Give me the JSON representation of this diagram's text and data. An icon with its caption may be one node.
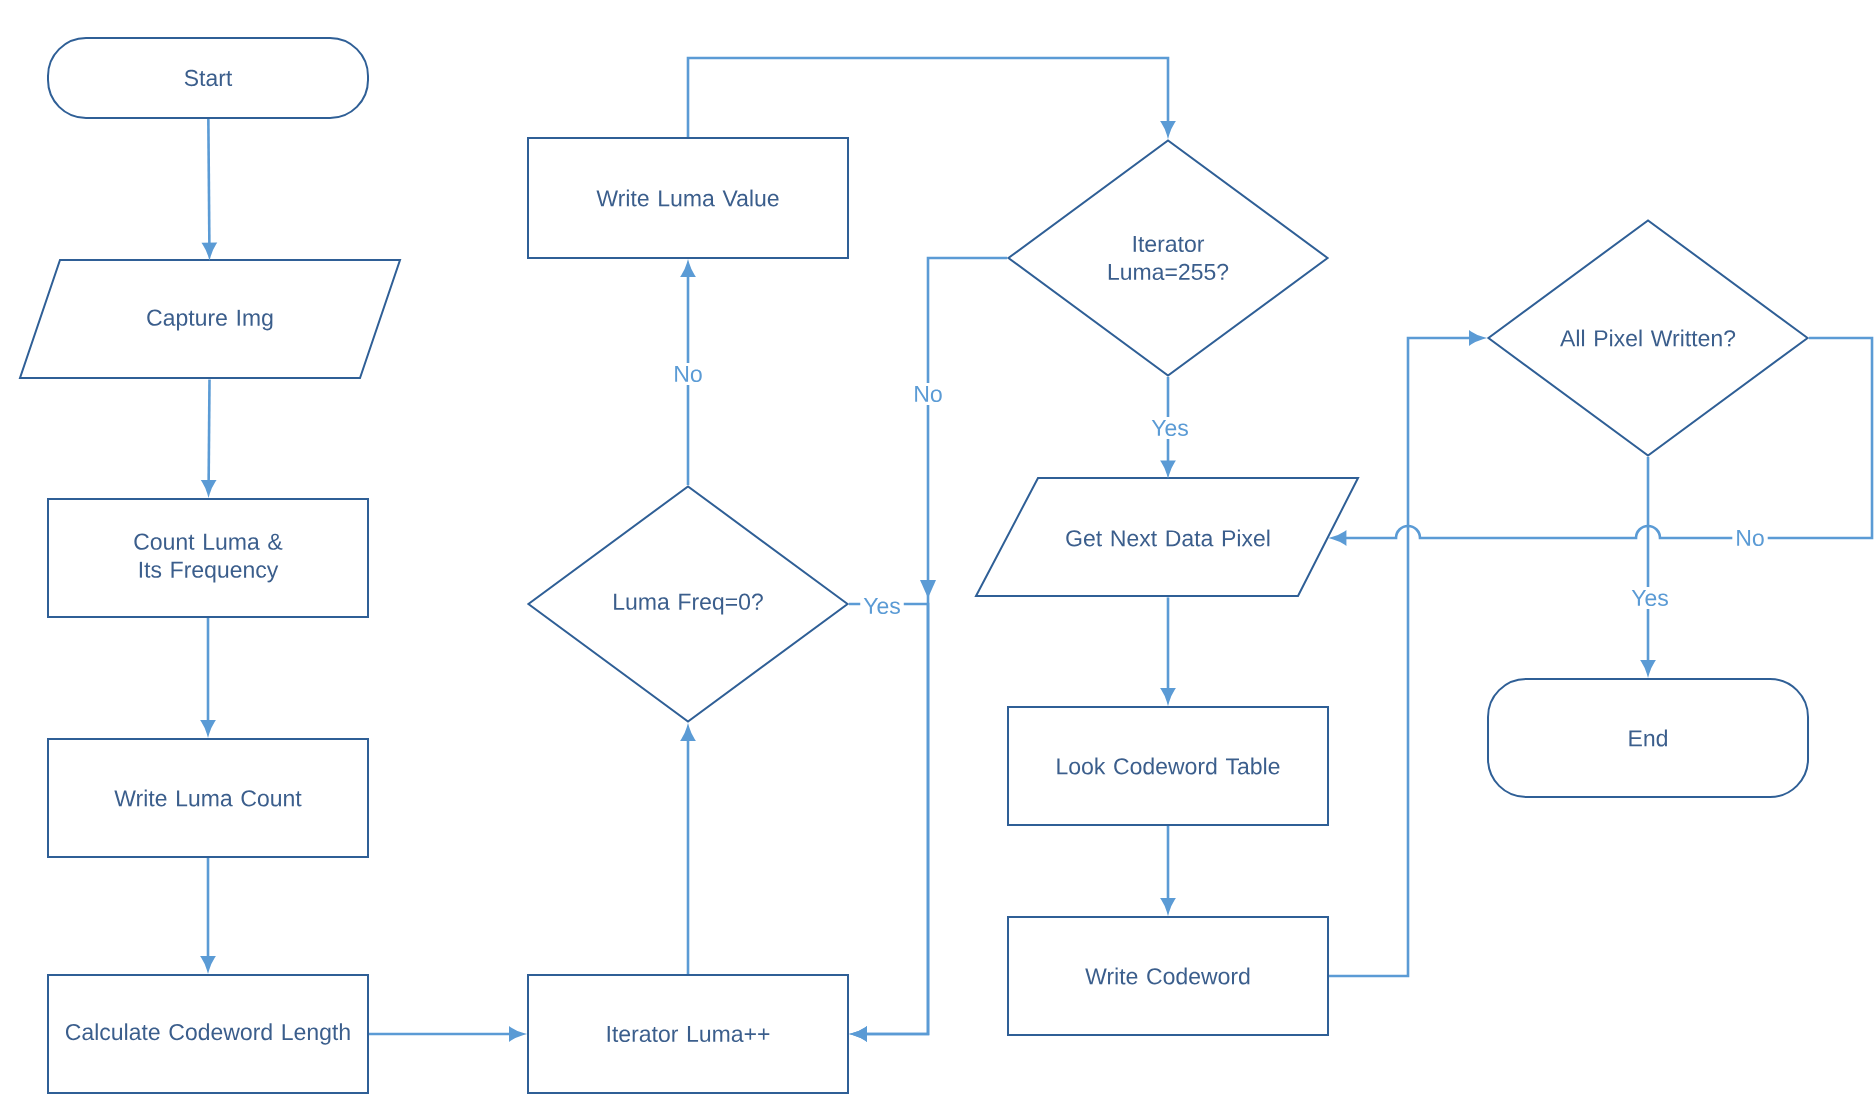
{
  "diagram": {
    "nodes": [
      {
        "text": [
          "Start"
        ]
      },
      {
        "text": [
          "Capture Img"
        ]
      },
      {
        "text": [
          "Count Luma & Its Frequency"
        ]
      },
      {
        "text": [
          "Write Luma Count"
        ]
      },
      {
        "text": [
          "Calculate Codeword Length"
        ]
      },
      {
        "text": [
          "Write Luma Value"
        ]
      },
      {
        "text": [
          "Luma Freq=0?"
        ]
      },
      {
        "text": [
          "Iterator Luma++"
        ]
      },
      {
        "text": [
          "Iterator Luma=255?"
        ]
      },
      {
        "text": [
          "Get Next Data Pixel"
        ]
      },
      {
        "text": [
          "Look Codeword Table"
        ]
      },
      {
        "text": [
          "Write Codeword"
        ]
      },
      {
        "text": [
          "All Pixel Written?"
        ]
      },
      {
        "text": [
          "End"
        ]
      }
    ],
    "edges": [
      {
        "from": 0,
        "to": 1,
        "arrow": "to"
      },
      {
        "from": 1,
        "to": 2,
        "arrow": "to"
      },
      {
        "from": 2,
        "to": 3,
        "arrow": "to"
      },
      {
        "from": 3,
        "to": 4,
        "arrow": "to"
      },
      {
        "from": 4,
        "to": 7,
        "arrow": "to"
      },
      {
        "from": 7,
        "to": 6,
        "arrow": "to"
      },
      {
        "from": 6,
        "to": 5,
        "arrow": "to",
        "label": "No"
      },
      {
        "from": 5,
        "to": 8,
        "arrow": "to"
      },
      {
        "from": 8,
        "to": 7,
        "arrow": "to",
        "label": "No"
      },
      {
        "from": 6,
        "to": 7,
        "arrow": "to",
        "label": "Yes"
      },
      {
        "from": 8,
        "to": 9,
        "arrow": "to",
        "label": "Yes"
      },
      {
        "from": 9,
        "to": 10,
        "arrow": "to"
      },
      {
        "from": 10,
        "to": 11,
        "arrow": "to"
      },
      {
        "from": 11,
        "to": 12,
        "arrow": "to"
      },
      {
        "from": 12,
        "to": 13,
        "arrow": "to",
        "label": "Yes"
      },
      {
        "from": 12,
        "to": 9,
        "arrow": "to",
        "label": "No"
      }
    ]
  }
}
